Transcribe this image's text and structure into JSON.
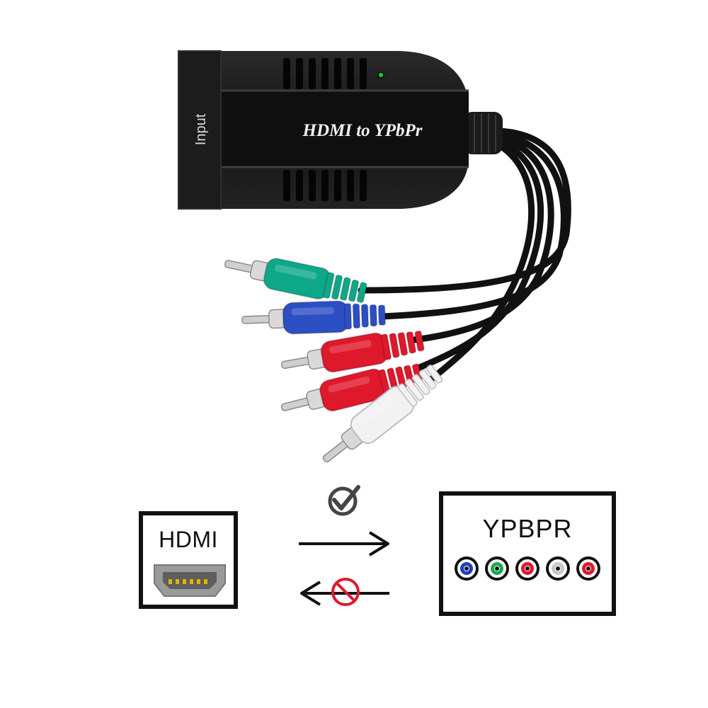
{
  "device": {
    "label": "HDMI to YPbPr",
    "input_label": "Input",
    "led_color": "#22c030",
    "body_color": "#1a1a1a"
  },
  "plugs": [
    {
      "name": "green",
      "color": "#0ea888"
    },
    {
      "name": "blue",
      "color": "#2c4fc4"
    },
    {
      "name": "red",
      "color": "#e0182c"
    },
    {
      "name": "red",
      "color": "#e0182c"
    },
    {
      "name": "white",
      "color": "#f2f2f2"
    }
  ],
  "diagram": {
    "source_label": "HDMI",
    "target_label": "YPBPR",
    "forward_icon": "check-circle-icon",
    "backward_icon": "prohibited-icon",
    "ports": [
      {
        "color": "#1f3fbf"
      },
      {
        "color": "#1aa84a"
      },
      {
        "color": "#e0182c"
      },
      {
        "color": "#c8c8c8"
      },
      {
        "color": "#e0182c"
      }
    ]
  }
}
